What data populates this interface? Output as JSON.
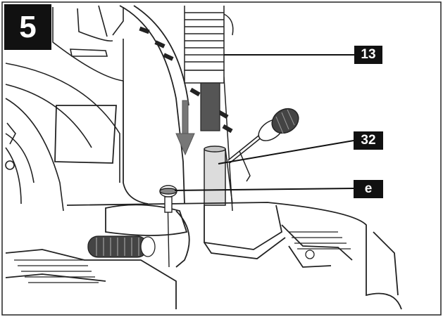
{
  "figure": {
    "step_number": "5",
    "callouts": [
      {
        "id": "13",
        "label": "13"
      },
      {
        "id": "32",
        "label": "32"
      },
      {
        "id": "e",
        "label": "e"
      }
    ],
    "colors": {
      "ink": "#111111",
      "stroke": "#222222",
      "fill_light": "#ffffff",
      "fill_gray": "#dcdcdc",
      "fill_dark": "#555555"
    }
  }
}
